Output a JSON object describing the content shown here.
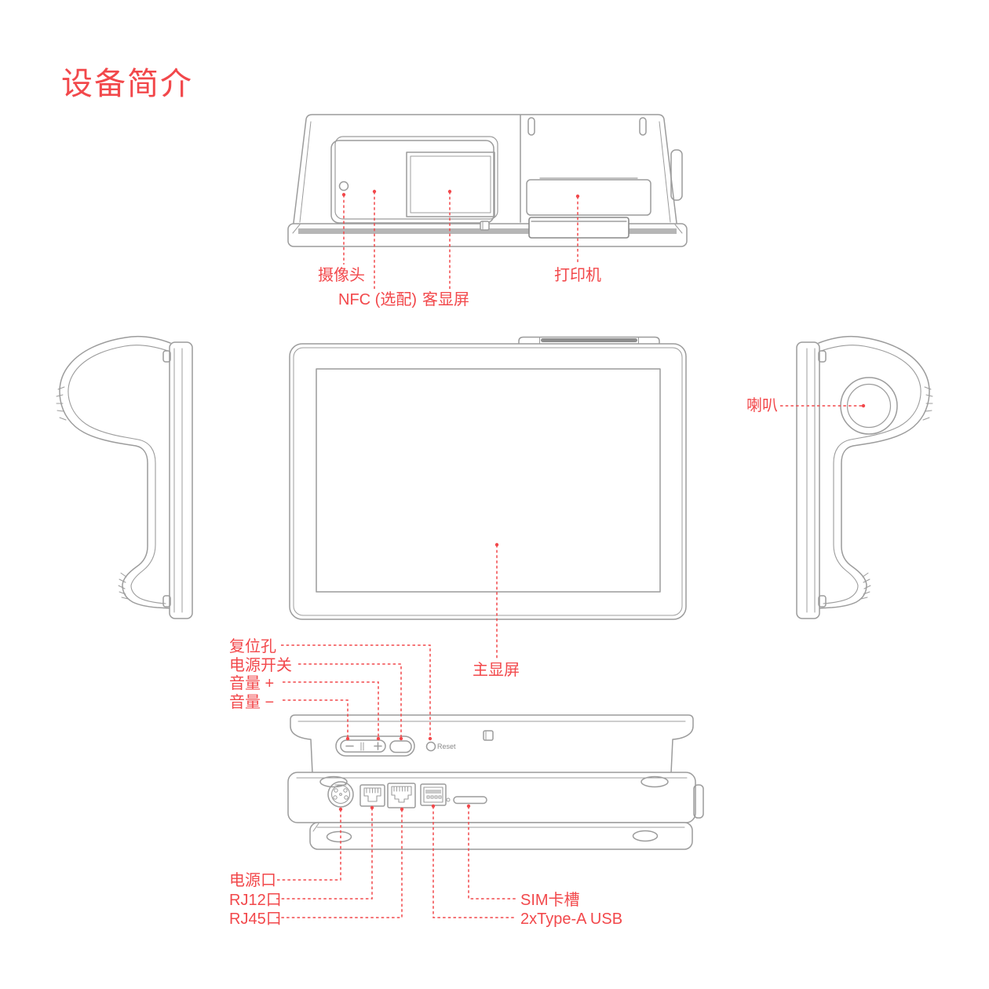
{
  "title": "设备简介",
  "colors": {
    "accent": "#F2484B",
    "line": "#9C9C9C",
    "line_dark": "#8A8A8A"
  },
  "labels": {
    "camera": "摄像头",
    "nfc": "NFC (选配)",
    "customer_display": "客显屏",
    "printer": "打印机",
    "speaker": "喇叭",
    "main_display": "主显屏",
    "reset_hole": "复位孔",
    "power_switch": "电源开关",
    "volume_up": "音量 +",
    "volume_down": "音量 −",
    "power_port": "电源口",
    "rj12_port": "RJ12口",
    "rj45_port": "RJ45口",
    "sim_slot": "SIM卡槽",
    "usb_ports": "2xType-A USB",
    "reset_marking": "Reset"
  }
}
